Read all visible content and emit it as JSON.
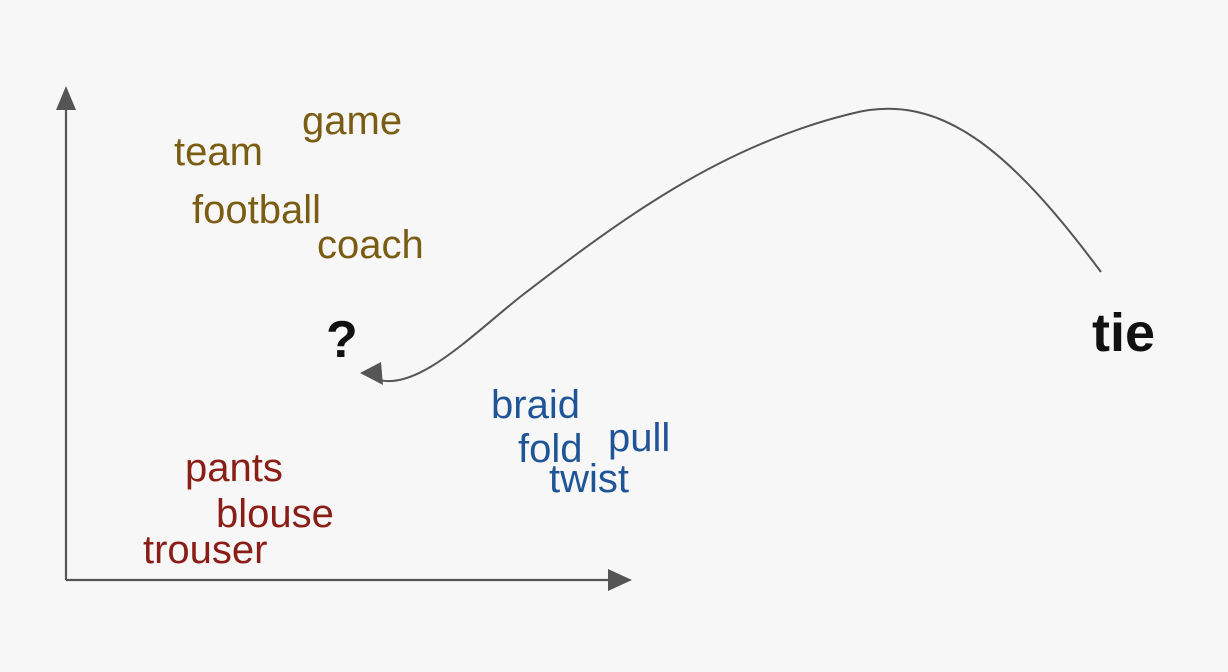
{
  "colors": {
    "background": "#f7f7f7",
    "axes": "#555555",
    "curve": "#555555",
    "sports_cluster": "#7a5d12",
    "clothing_cluster": "#8a1d16",
    "actions_cluster": "#1f5597",
    "focus_words": "#111111"
  },
  "diagram": {
    "clusters": {
      "sports": {
        "words": [
          "game",
          "team",
          "football",
          "coach"
        ]
      },
      "clothing": {
        "words": [
          "pants",
          "blouse",
          "trouser"
        ]
      },
      "actions": {
        "words": [
          "braid",
          "pull",
          "fold",
          "twist"
        ]
      }
    },
    "query_mark": "?",
    "target_word": "tie"
  }
}
